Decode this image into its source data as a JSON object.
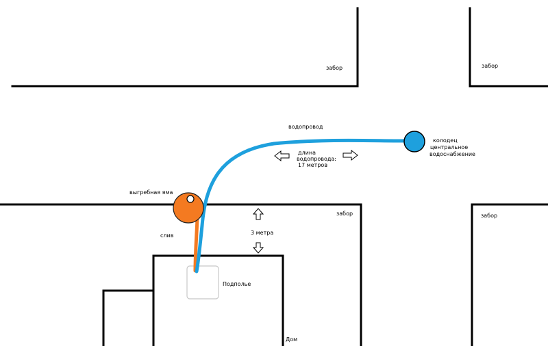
{
  "colors": {
    "pipe": "#1ea0dd",
    "pit": "#f47a21",
    "well": "#1ea0dd",
    "wall": "#000000",
    "crawlspace_border": "#c8c8c8"
  },
  "labels": {
    "fence_top_left": "забор",
    "fence_top_right": "забор",
    "water_pipe": "водопровод",
    "pipe_length": [
      "длина",
      "водопровода:",
      "17 метров"
    ],
    "well": [
      "колодец",
      "центральное",
      "водоснабжение"
    ],
    "cesspit": "выгребная яма",
    "fence_mid_left": "забор",
    "fence_mid_right": "забор",
    "drain": "слив",
    "distance": "3 метра",
    "crawlspace": "Подполье",
    "house": "Дом"
  }
}
